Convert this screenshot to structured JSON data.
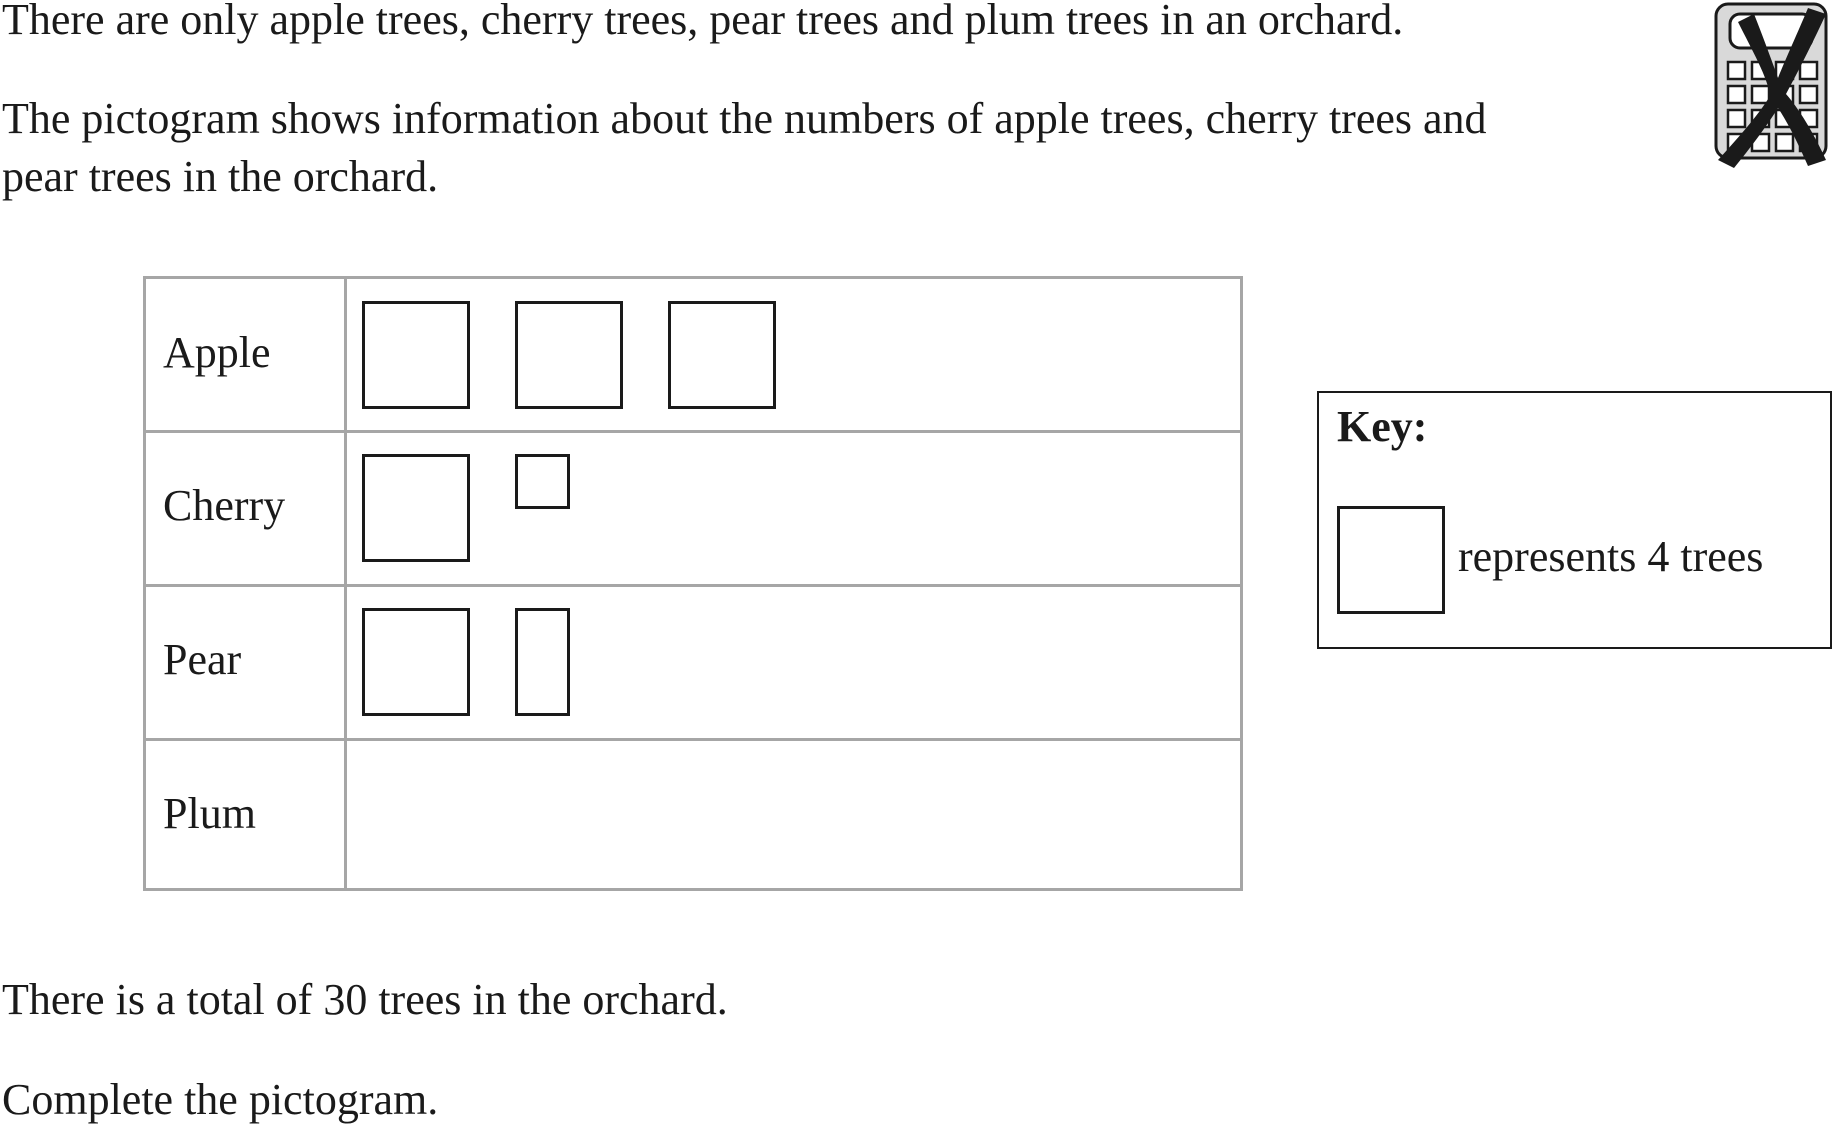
{
  "question": {
    "intro_line_1": "There are only apple trees, cherry trees, pear trees and plum trees in an orchard.",
    "intro_line_2": "The pictogram shows information about the numbers of apple trees, cherry trees and",
    "intro_line_3": "pear trees in the orchard.",
    "total_line": "There is a total of 30 trees in the orchard.",
    "instruction": "Complete the pictogram."
  },
  "calculator_icon": {
    "icon": "calculator-not-allowed-icon"
  },
  "pictogram": {
    "rows": [
      {
        "label": "Apple",
        "full_symbols": 3,
        "fraction": 0
      },
      {
        "label": "Cherry",
        "full_symbols": 1,
        "fraction": 0.25
      },
      {
        "label": "Pear",
        "full_symbols": 1,
        "fraction": 0.5
      },
      {
        "label": "Plum",
        "full_symbols": 0,
        "fraction": 0
      }
    ]
  },
  "key": {
    "title": "Key:",
    "text": "represents 4 trees"
  },
  "colors": {
    "table_border": "#a6a6a6",
    "ink": "#1a1a1a"
  }
}
